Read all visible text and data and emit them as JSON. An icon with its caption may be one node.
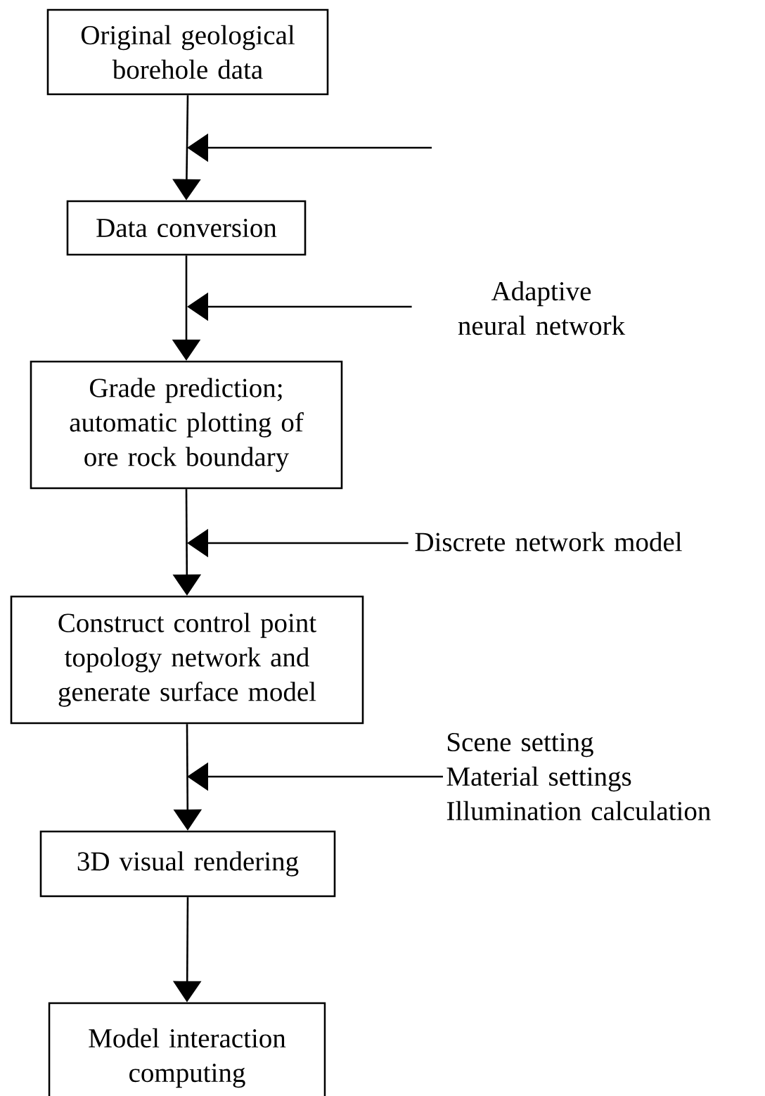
{
  "diagram": {
    "nodes": [
      {
        "text": [
          "Original geological borehole data"
        ]
      },
      {
        "text": [
          "Data conversion"
        ]
      },
      {
        "text": [
          "Grade prediction; automatic plotting of ore rock boundary"
        ]
      },
      {
        "text": [
          "Construct control point topology network and generate surface model"
        ]
      },
      {
        "text": [
          "3D visual rendering"
        ]
      },
      {
        "text": [
          "Model interaction computing"
        ]
      },
      {
        "text": [
          "Adaptive neural network"
        ]
      },
      {
        "text": [
          "Discrete network model"
        ]
      },
      {
        "text": [
          "Scene setting",
          "Material settings",
          "Illumination calculation"
        ]
      }
    ],
    "edges": [
      {
        "from": 0,
        "to": 1,
        "arrow": "to"
      },
      {
        "from": 1,
        "to": 2,
        "arrow": "to"
      },
      {
        "from": 2,
        "to": 3,
        "arrow": "to"
      },
      {
        "from": 3,
        "to": 4,
        "arrow": "to"
      },
      {
        "from": 4,
        "to": 5,
        "arrow": "to"
      },
      {
        "from": 6,
        "to": null,
        "arrow": "to"
      },
      {
        "from": 7,
        "to": null,
        "arrow": "to"
      },
      {
        "from": 8,
        "to": null,
        "arrow": "to"
      }
    ]
  }
}
